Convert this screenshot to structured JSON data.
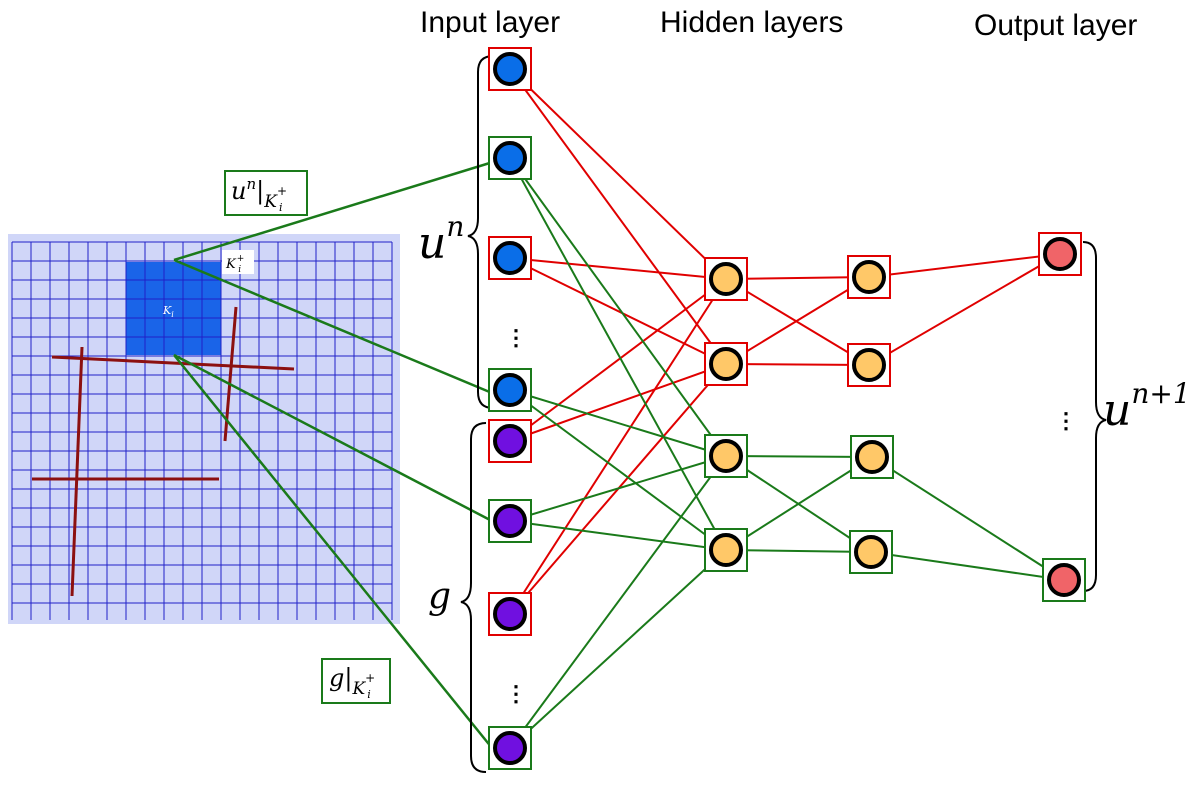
{
  "titles": {
    "input": "Input layer",
    "hidden": "Hidden layers",
    "output": "Output layer"
  },
  "labels": {
    "un": {
      "base": "u",
      "sup": "n"
    },
    "g": "g",
    "un1": {
      "base": "u",
      "sup": "n+1"
    },
    "un_box": {
      "base": "u",
      "sup": "n",
      "bar": "|",
      "sub": "K",
      "subsub": "i",
      "subsup": "+"
    },
    "g_box": {
      "base": "g",
      "bar": "|",
      "sub": "K",
      "subsub": "i",
      "subsup": "+"
    },
    "ki": {
      "base": "K",
      "sub": "i"
    },
    "kiplus": {
      "base": "K",
      "sub": "i",
      "sup": "+"
    },
    "ellipsis": "⋮"
  },
  "colors": {
    "red": "#e00000",
    "green": "#1a7a1a",
    "blue_node": "#0a6ee8",
    "purple_node": "#7010e0",
    "hidden_node": "#ffc868",
    "output_node": "#f06468",
    "grid_panel": "#d0d6f8",
    "highlight_cell": "#1a64e8",
    "crack": "#8c1010"
  },
  "nodes": {
    "input_un": [
      {
        "id": "in1",
        "kind": "u",
        "frame": "red"
      },
      {
        "id": "in2",
        "kind": "u",
        "frame": "green"
      },
      {
        "id": "in3",
        "kind": "u",
        "frame": "red"
      },
      {
        "id": "in4",
        "kind": "u",
        "frame": "green"
      }
    ],
    "input_g": [
      {
        "id": "in5",
        "kind": "g",
        "frame": "red"
      },
      {
        "id": "in6",
        "kind": "g",
        "frame": "green"
      },
      {
        "id": "in7",
        "kind": "g",
        "frame": "red"
      },
      {
        "id": "in8",
        "kind": "g",
        "frame": "green"
      }
    ],
    "hidden1": [
      {
        "id": "h1a",
        "frame": "red"
      },
      {
        "id": "h1b",
        "frame": "red"
      },
      {
        "id": "h1c",
        "frame": "green"
      },
      {
        "id": "h1d",
        "frame": "green"
      }
    ],
    "hidden2": [
      {
        "id": "h2a",
        "frame": "red"
      },
      {
        "id": "h2b",
        "frame": "red"
      },
      {
        "id": "h2c",
        "frame": "green"
      },
      {
        "id": "h2d",
        "frame": "green"
      }
    ],
    "output": [
      {
        "id": "o1",
        "frame": "red"
      },
      {
        "id": "o2",
        "frame": "green"
      }
    ]
  },
  "edges": {
    "red": [
      [
        "in1",
        "h1a"
      ],
      [
        "in1",
        "h1b"
      ],
      [
        "in3",
        "h1a"
      ],
      [
        "in3",
        "h1b"
      ],
      [
        "in5",
        "h1a"
      ],
      [
        "in5",
        "h1b"
      ],
      [
        "in7",
        "h1a"
      ],
      [
        "in7",
        "h1b"
      ],
      [
        "h1a",
        "h2a"
      ],
      [
        "h1a",
        "h2b"
      ],
      [
        "h1b",
        "h2a"
      ],
      [
        "h1b",
        "h2b"
      ],
      [
        "h2a",
        "o1"
      ],
      [
        "h2b",
        "o1"
      ]
    ],
    "green": [
      [
        "in2",
        "h1c"
      ],
      [
        "in2",
        "h1d"
      ],
      [
        "in4",
        "h1c"
      ],
      [
        "in4",
        "h1d"
      ],
      [
        "in6",
        "h1c"
      ],
      [
        "in6",
        "h1d"
      ],
      [
        "in8",
        "h1c"
      ],
      [
        "in8",
        "h1d"
      ],
      [
        "h1c",
        "h2c"
      ],
      [
        "h1c",
        "h2d"
      ],
      [
        "h1d",
        "h2c"
      ],
      [
        "h1d",
        "h2d"
      ],
      [
        "h2c",
        "o2"
      ],
      [
        "h2d",
        "o2"
      ]
    ]
  }
}
